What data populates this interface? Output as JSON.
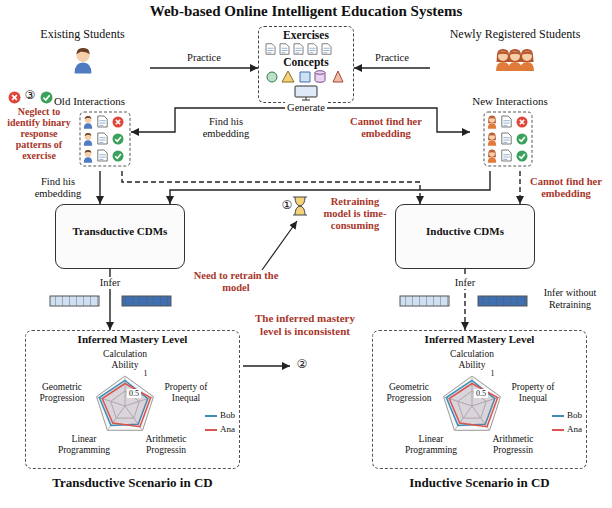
{
  "diagram": {
    "title": "Web-based Online Intelligent Education Systems",
    "nodes": [
      {
        "text": [
          "Existing Students"
        ]
      },
      {
        "text": [
          "Exercises",
          "Concepts"
        ]
      },
      {
        "text": [
          "Newly Registered Students"
        ]
      },
      {
        "text": [
          "Old Interactions"
        ]
      },
      {
        "text": [
          "New Interactions"
        ]
      },
      {
        "text": [
          "Transductive CDMs"
        ]
      },
      {
        "text": [
          "Inductive CDMs"
        ]
      },
      {
        "text": [
          "Inferred Mastery Level"
        ]
      },
      {
        "text": [
          "Inferred Mastery Level"
        ]
      }
    ],
    "edges": [
      {
        "from": 0,
        "to": 1,
        "arrow": "to",
        "label": "Practice"
      },
      {
        "from": 2,
        "to": 1,
        "arrow": "to",
        "label": "Practice"
      },
      {
        "from": 1,
        "to": 3,
        "arrow": "to",
        "label": "Generate"
      },
      {
        "from": 1,
        "to": 4,
        "arrow": "to"
      },
      {
        "from": 3,
        "to": 5,
        "arrow": "to",
        "label": "Find his embedding"
      },
      {
        "from": 3,
        "to": 6,
        "arrow": "to"
      },
      {
        "from": 4,
        "to": 5,
        "arrow": "to"
      },
      {
        "from": 4,
        "to": 6,
        "arrow": "to",
        "label": "Cannot find her embedding"
      },
      {
        "from": 5,
        "to": 7,
        "arrow": "to",
        "label": "Infer"
      },
      {
        "from": 6,
        "to": 8,
        "arrow": "to",
        "label": "Infer"
      }
    ],
    "labels": [
      "③",
      "Neglect to identify binary response patterns of exercise",
      "Find his embedding",
      "Cannot find her embedding",
      "①",
      "Retraining model is time-consuming",
      "Need to retrain the model",
      "Infer without Retraining",
      "The inferred mastery level is inconsistent",
      "②",
      "Calculation Ability",
      "1",
      "Property of Inequal",
      "Arithmetic Progressin",
      "Linear Programming",
      "Geometric Progression",
      "0.5",
      "Calculation Ability",
      "1",
      "Property of Inequal",
      "Arithmetic Progressin",
      "Linear Programming",
      "Geometric Progression",
      "0.5",
      "Transductive Scenario in CD",
      "Inductive Scenario in CD"
    ],
    "legend": [
      {
        "text": "Bob"
      },
      {
        "text": "Ana"
      },
      {
        "text": "Bob"
      },
      {
        "text": "Ana"
      }
    ]
  }
}
